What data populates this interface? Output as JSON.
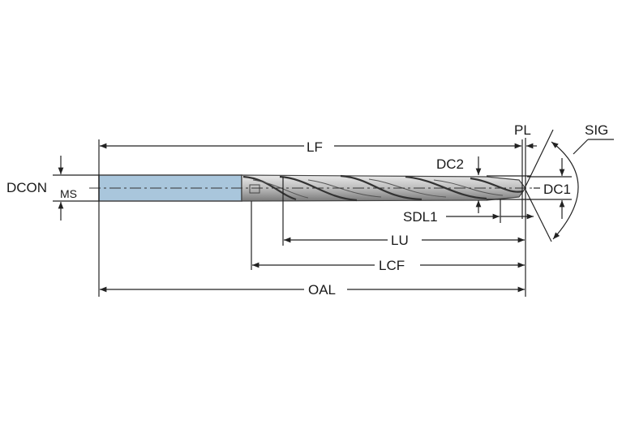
{
  "diagram": {
    "labels": {
      "lf": "LF",
      "pl": "PL",
      "sig": "SIG",
      "dc2": "DC2",
      "dc1": "DC1",
      "sdl1": "SDL1",
      "lu": "LU",
      "lcf": "LCF",
      "oal": "OAL",
      "dcon": "DCON",
      "dcon_sub": "MS"
    },
    "colors": {
      "shank": "#a9c6dc",
      "flute": "#b8b8b8",
      "line": "#222222"
    }
  }
}
